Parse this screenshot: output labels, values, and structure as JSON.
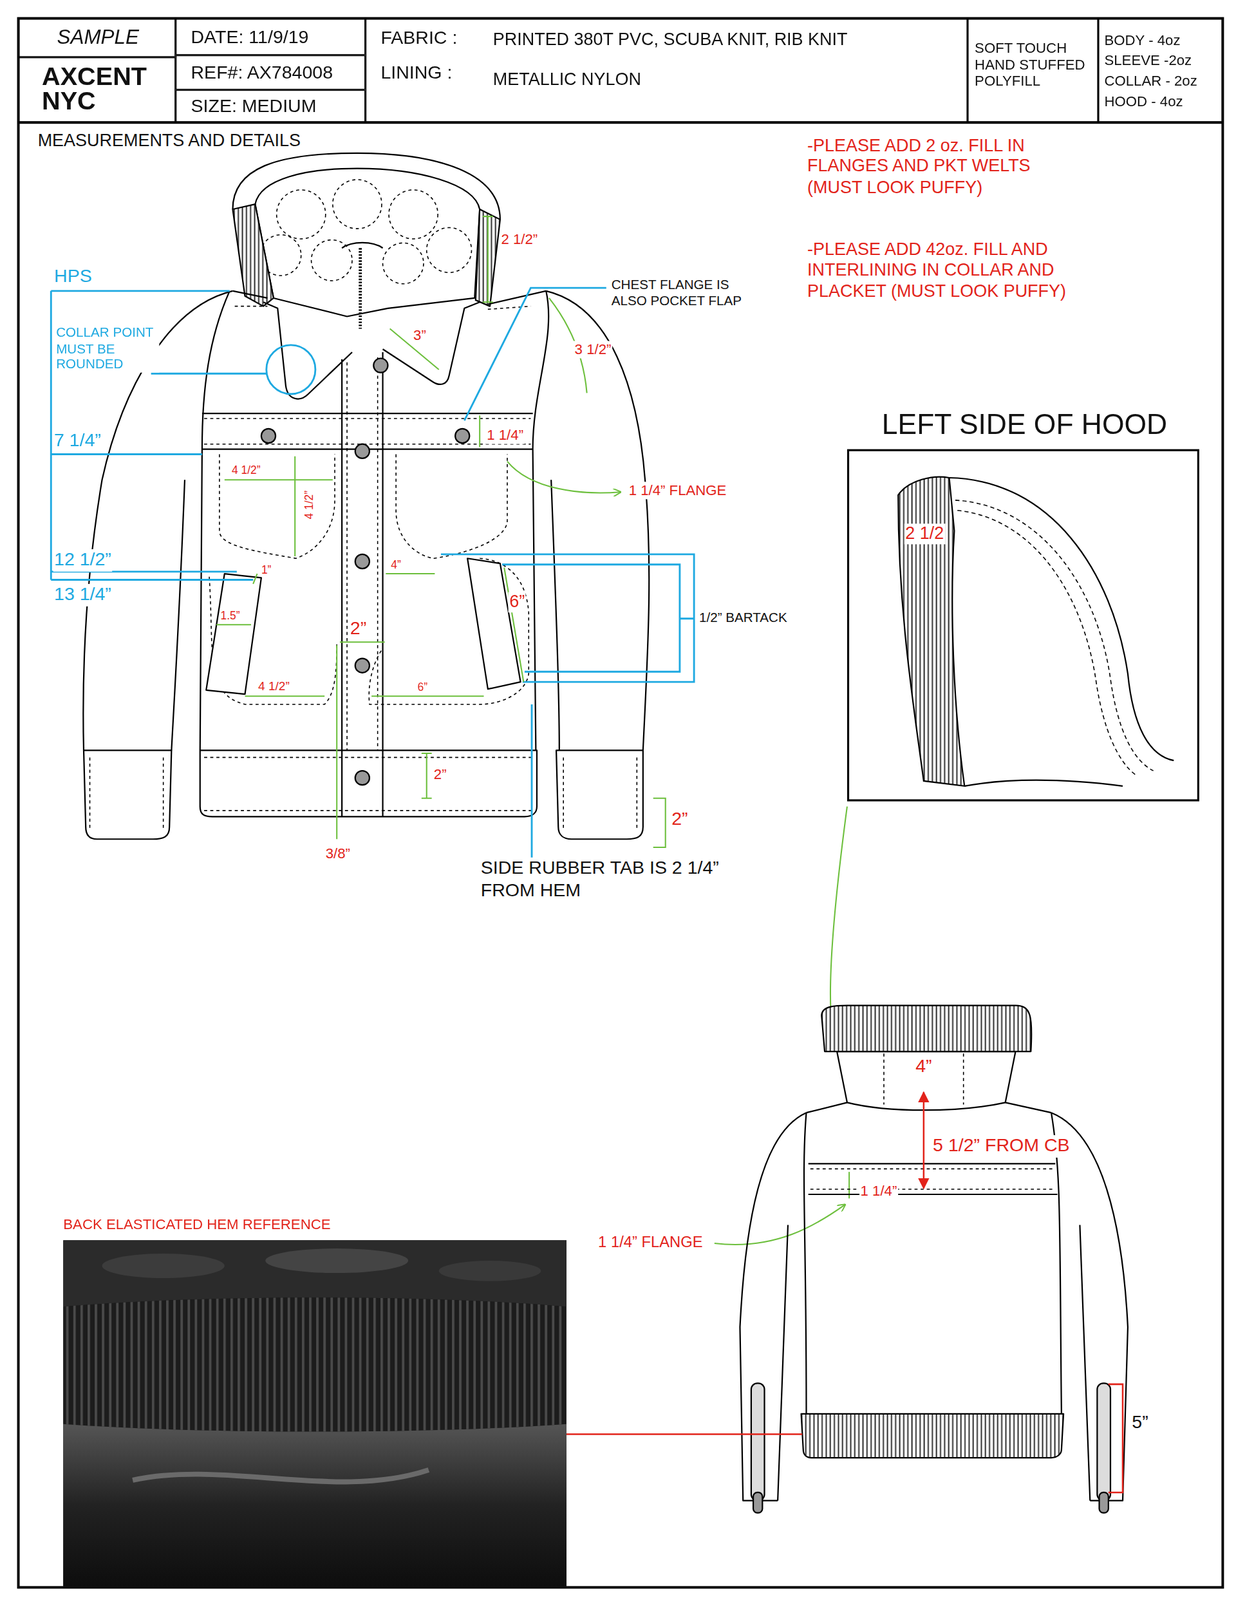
{
  "diagram": {
    "nodes": [
      {
        "text": [
          "SAMPLE"
        ]
      },
      {
        "text": [
          "AXCENT NYC"
        ]
      },
      {
        "text": [
          "DATE: 11/9/19"
        ]
      },
      {
        "text": [
          "REF#: AX784008"
        ]
      },
      {
        "text": [
          "SIZE: MEDIUM"
        ]
      },
      {
        "text": [
          "FABRIC :",
          "PRINTED 380T PVC, SCUBA KNIT, RIB KNIT",
          "LINING :",
          "METALLIC NYLON"
        ]
      },
      {
        "text": [
          "SOFT TOUCH HAND STUFFED POLYFILL"
        ]
      },
      {
        "text": [
          "BODY - 4oz",
          "SLEEVE -2oz",
          "COLLAR - 2oz",
          "HOOD - 4oz"
        ]
      },
      {
        "text": [
          "LEFT SIDE OF HOOD"
        ]
      },
      {
        "text": [
          "BACK ELASTICATED HEM REFERENCE"
        ]
      }
    ],
    "labels": [
      "MEASUREMENTS AND DETAILS",
      "-PLEASE ADD 2 oz. FILL IN FLANGES AND PKT WELTS (MUST LOOK PUFFY)",
      "-PLEASE ADD 42oz. FILL AND INTERLINING IN COLLAR AND PLACKET (MUST LOOK PUFFY)",
      "HPS",
      "COLLAR POINT MUST BE ROUNDED",
      "7 1/4”",
      "12 1/2”",
      "13 1/4”",
      "2 1/2”",
      "CHEST FLANGE IS ALSO POCKET FLAP",
      "3”",
      "3 1/2”",
      "1 1/4”",
      "1 1/4” FLANGE",
      "4 1/2”",
      "4 1/2”",
      "1”",
      "1.5”",
      "4 1/2”",
      "4”",
      "6”",
      "2”",
      "6”",
      "1/2” BARTACK",
      "2”",
      "2”",
      "3/8”",
      "SIDE RUBBER TAB IS 2 1/4” FROM HEM",
      "2 1/2",
      "4”",
      "5 1/2” FROM CB",
      "1 1/4”",
      "1 1/4” FLANGE",
      "5”"
    ]
  }
}
